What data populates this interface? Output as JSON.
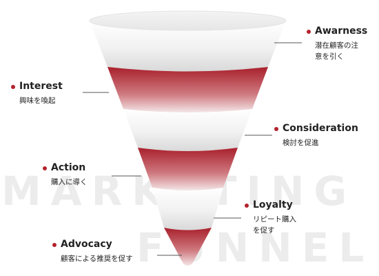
{
  "background_text": {
    "line1": "MARKETING",
    "line2": "FUNNEL"
  },
  "accent_color": "#b3222e",
  "stages": [
    {
      "title": "Awarness",
      "sub": [
        "潜在顧客の注",
        "意を引く"
      ],
      "color": "white"
    },
    {
      "title": "Interest",
      "sub": [
        "興味を喚起"
      ],
      "color": "red"
    },
    {
      "title": "Consideration",
      "sub": [
        "検討を促進"
      ],
      "color": "white"
    },
    {
      "title": "Action",
      "sub": [
        "購入に導く"
      ],
      "color": "red"
    },
    {
      "title": "Loyalty",
      "sub": [
        "リピート購入",
        "を促す"
      ],
      "color": "white"
    },
    {
      "title": "Advocacy",
      "sub": [
        "顧客による推奨を促す"
      ],
      "color": "red"
    }
  ]
}
